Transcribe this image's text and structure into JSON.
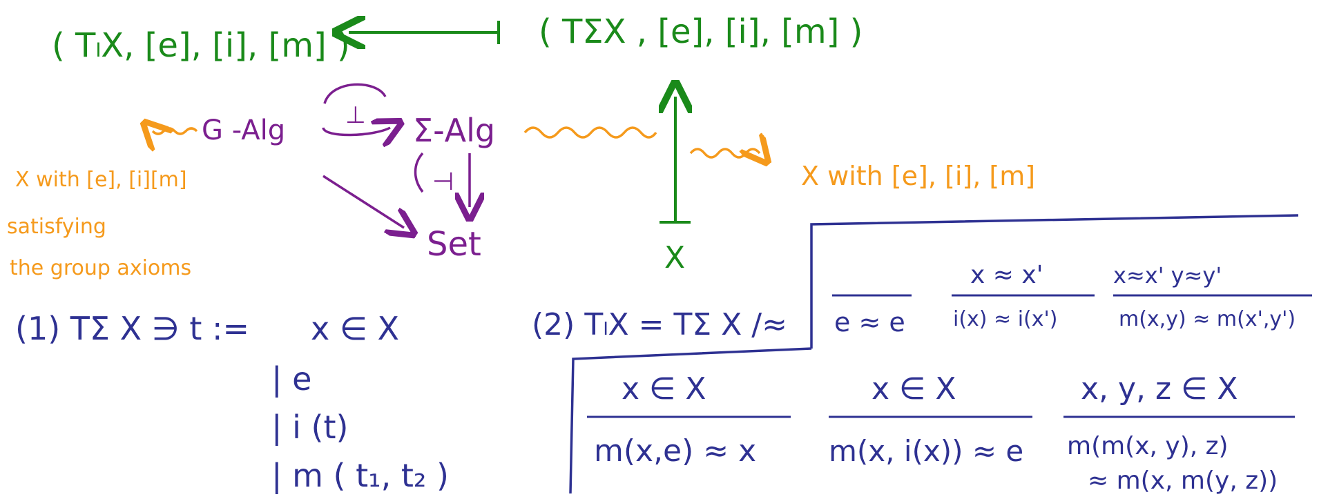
{
  "colors": {
    "green": "#1a8a1a",
    "purple": "#7b1f8f",
    "orange": "#f59a1c",
    "navy": "#2e3192"
  },
  "top": {
    "free_group_tuple": "( TₗX, [e], [i], [m] )",
    "term_tuple": "( TΣX , [e], [i], [m] )",
    "x_bottom": "X"
  },
  "middle": {
    "g_alg": "G -Alg",
    "sigma_alg": "Σ-Alg",
    "set": "Set",
    "adjoint_top": "⊥",
    "adjoint_right": "⊣"
  },
  "orange_notes": {
    "left_1": "X with [e], [i][m]",
    "left_2": "satisfying",
    "left_3": "the group axioms",
    "right": "X with [e], [i], [m]"
  },
  "grammar": {
    "lead": "(1) TΣ X ∋ t  :=",
    "alts": [
      "x ∈ X",
      "| e",
      "| i (t)",
      "| m ( t₁, t₂ )"
    ]
  },
  "quotient": {
    "label": "(2) TₗX = TΣ X /≈"
  },
  "rules_top": [
    {
      "num": "",
      "den": "e ≈ e"
    },
    {
      "num": "x ≈ x'",
      "den": "i(x) ≈ i(x')"
    },
    {
      "num": "x≈x'  y≈y'",
      "den": "m(x,y) ≈ m(x',y')"
    }
  ],
  "rules_bottom": [
    {
      "num": "x ∈ X",
      "den": "m(x,e) ≈ x",
      "den2": ""
    },
    {
      "num": "x ∈ X",
      "den": "m(x, i(x)) ≈ e",
      "den2": ""
    },
    {
      "num": "x, y, z ∈ X",
      "den": "m(m(x, y), z)",
      "den2": "≈ m(x, m(y, z))"
    }
  ]
}
